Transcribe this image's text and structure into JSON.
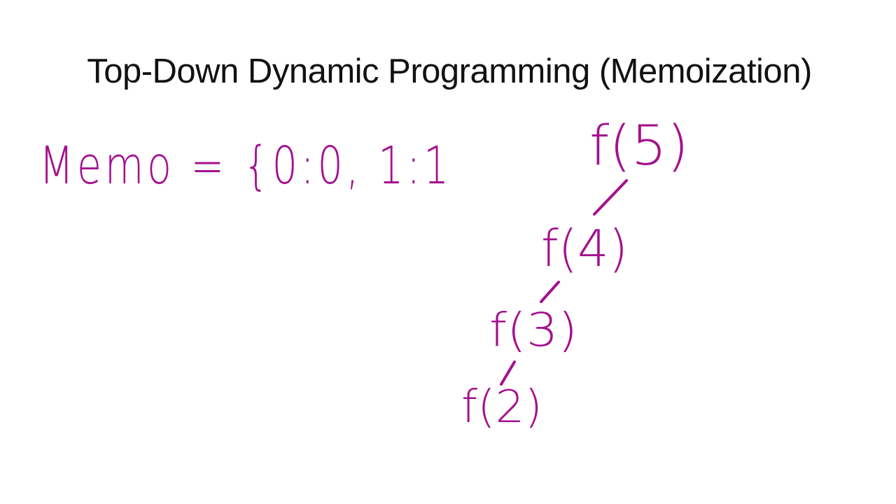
{
  "slide": {
    "title": "Top-Down Dynamic Programming (Memoization)"
  },
  "annotations": {
    "ink_color": "#A3118F",
    "memo": "Memo = {0:0, 1:1",
    "calls": [
      "f(5)",
      "f(4)",
      "f(3)",
      "f(2)"
    ]
  }
}
